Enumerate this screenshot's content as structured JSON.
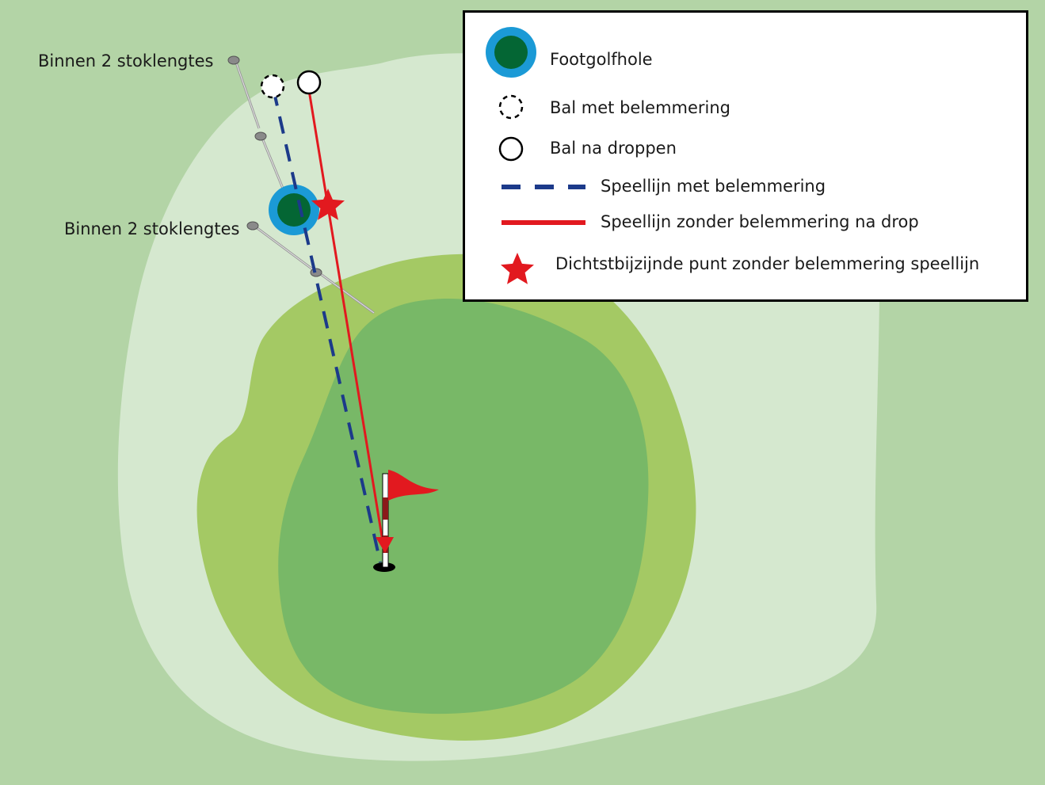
{
  "annotations": {
    "top_label": "Binnen 2 stoklengtes",
    "mid_label": "Binnen 2 stoklengtes"
  },
  "legend": {
    "items": [
      {
        "id": "footgolfhole",
        "icon": "footgolf-hole-icon",
        "label": "Footgolfhole"
      },
      {
        "id": "bal-belemmering",
        "icon": "dashed-circle-icon",
        "label": "Bal met belemmering"
      },
      {
        "id": "bal-droppen",
        "icon": "solid-circle-icon",
        "label": "Bal na droppen"
      },
      {
        "id": "speellijn-belemmering",
        "icon": "dashed-line-icon",
        "label": "Speellijn met belemmering"
      },
      {
        "id": "speellijn-zonder",
        "icon": "solid-line-icon",
        "label": "Speellijn zonder belemmering na drop"
      },
      {
        "id": "dichtstbijzijnde-punt",
        "icon": "star-icon",
        "label": "Dichtstbijzijnde punt zonder belemmering  speellijn"
      }
    ]
  },
  "colors": {
    "rough": "#b3d4a6",
    "fairway": "#d5e8cf",
    "fringe": "#a4c964",
    "green": "#78b867",
    "hole_fill": "#046634",
    "hole_ring": "#1b9ad6",
    "line_dashed": "#1c3a8a",
    "line_red": "#e2191f"
  }
}
